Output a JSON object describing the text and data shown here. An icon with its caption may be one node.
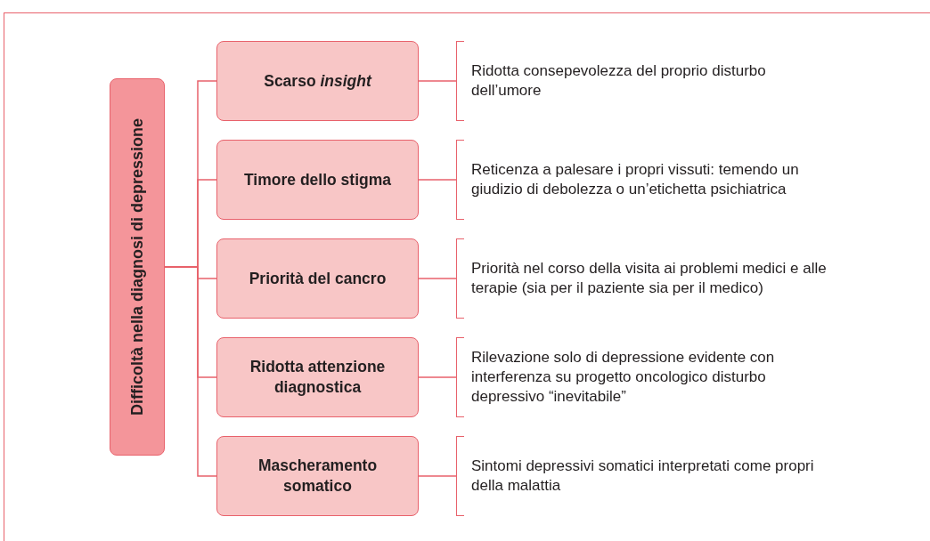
{
  "diagram": {
    "nodes": [
      {
        "text": [
          "Difficoltà nella diagnosi di depressione"
        ]
      },
      {
        "text": [
          "Scarso *insight*"
        ]
      },
      {
        "text": [
          "Ridotta consepevolezza del proprio disturbo dell’umore"
        ]
      },
      {
        "text": [
          "Timore dello stigma"
        ]
      },
      {
        "text": [
          "Reticenza a palesare i propri vissuti: temendo un giudizio di debolezza o un’etichetta psichiatrica"
        ]
      },
      {
        "text": [
          "Priorità del cancro"
        ]
      },
      {
        "text": [
          "Priorità nel corso della visita ai problemi medici e alle terapie (sia per il paziente sia per il medico)"
        ]
      },
      {
        "text": [
          "Ridotta attenzione diagnostica"
        ]
      },
      {
        "text": [
          "Rilevazione solo di depressione evidente con interferenza su progetto oncologico disturbo depressivo “inevitabile”"
        ]
      },
      {
        "text": [
          "Mascheramento somatico"
        ]
      },
      {
        "text": [
          "Sintomi depressivi somatici interpretati come propri della malattia"
        ]
      }
    ],
    "edges": [
      {
        "from": 0,
        "to": 1,
        "arrow": "none"
      },
      {
        "from": 0,
        "to": 3,
        "arrow": "none"
      },
      {
        "from": 0,
        "to": 5,
        "arrow": "none"
      },
      {
        "from": 0,
        "to": 7,
        "arrow": "none"
      },
      {
        "from": 0,
        "to": 9,
        "arrow": "none"
      },
      {
        "from": 1,
        "to": 2,
        "arrow": "none"
      },
      {
        "from": 3,
        "to": 4,
        "arrow": "none"
      },
      {
        "from": 5,
        "to": 6,
        "arrow": "none"
      },
      {
        "from": 7,
        "to": 8,
        "arrow": "none"
      },
      {
        "from": 9,
        "to": 10,
        "arrow": "none"
      }
    ]
  }
}
